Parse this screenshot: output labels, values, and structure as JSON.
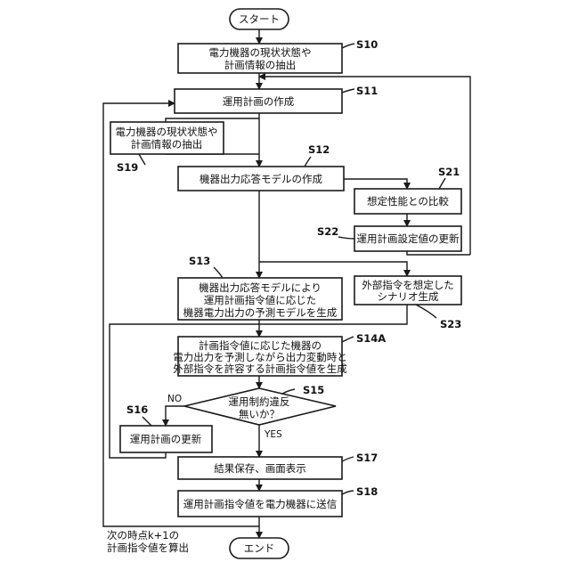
{
  "nodes": {
    "start": "スタート",
    "s10": [
      "電力機器の現状状態や",
      "計画情報の抽出"
    ],
    "s11": "運用計画の作成",
    "s19": [
      "電力機器の現状状態や",
      "計画情報の抽出"
    ],
    "s12": "機器出力応答モデルの作成",
    "s21": "想定性能との比較",
    "s22": "運用計画設定値の更新",
    "s13": [
      "機器出力応答モデルにより",
      "運用計画指令値に応じた",
      "機器電力出力の予測モデルを生成"
    ],
    "s23": [
      "外部指令を想定した",
      "シナリオ生成"
    ],
    "s14a": [
      "計画指令値に応じた機器の",
      "電力出力を予測しながら出力変動時と",
      "外部指令を許容する計画指令値を生成"
    ],
    "s15": [
      "運用制約違反",
      "無いか？"
    ],
    "s16": "運用計画の更新",
    "s17": "結果保存、画面表示",
    "s18": "運用計画指令値を電力機器に送信",
    "end": "エンド"
  },
  "labels": {
    "s10": "S10",
    "s11": "S11",
    "s19": "S19",
    "s12": "S12",
    "s21": "S21",
    "s22": "S22",
    "s13": "S13",
    "s23": "S23",
    "s14a": "S14A",
    "s15": "S15",
    "s16": "S16",
    "s17": "S17",
    "s18": "S18"
  },
  "branches": {
    "no": "NO",
    "yes": "YES"
  },
  "loop_note": [
    "次の時点k+1の",
    "計画指令値を算出"
  ]
}
